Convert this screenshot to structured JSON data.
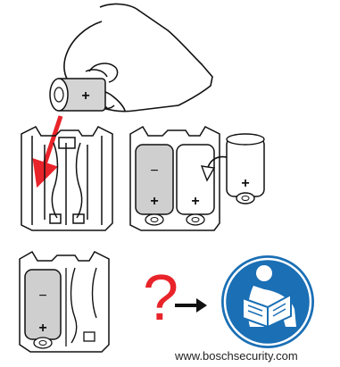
{
  "battery": {
    "plus_symbol": "+",
    "minus_symbol": "−"
  },
  "help": {
    "question_symbol": "?",
    "website": "www.boschsecurity.com"
  },
  "colors": {
    "arrow_red": "#e8242a",
    "manual_blue": "#1a6fb5",
    "battery_gray": "#cfcfcf",
    "outline": "#111111"
  },
  "icons": [
    "hand-holding-battery",
    "insert-arrow",
    "rotate-arrow",
    "read-manual-icon"
  ]
}
